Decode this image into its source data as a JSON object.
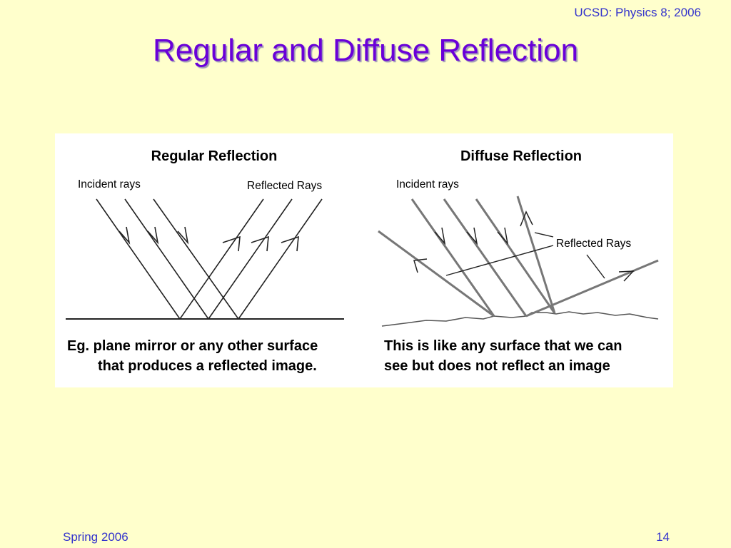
{
  "header": {
    "course": "UCSD: Physics 8; 2006"
  },
  "slide": {
    "title": "Regular and Diffuse Reflection"
  },
  "figure": {
    "regular": {
      "title": "Regular Reflection",
      "incident_label": "Incident rays",
      "reflected_label": "Reflected Rays",
      "caption_line1": "Eg. plane mirror or any other surface",
      "caption_line2": "that produces a reflected image."
    },
    "diffuse": {
      "title": "Diffuse Reflection",
      "incident_label": "Incident rays",
      "reflected_label": "Reflected Rays",
      "caption_line1": "This is like any surface that we can",
      "caption_line2": "see but does not reflect an image"
    }
  },
  "footer": {
    "term": "Spring 2006",
    "page": "14"
  }
}
